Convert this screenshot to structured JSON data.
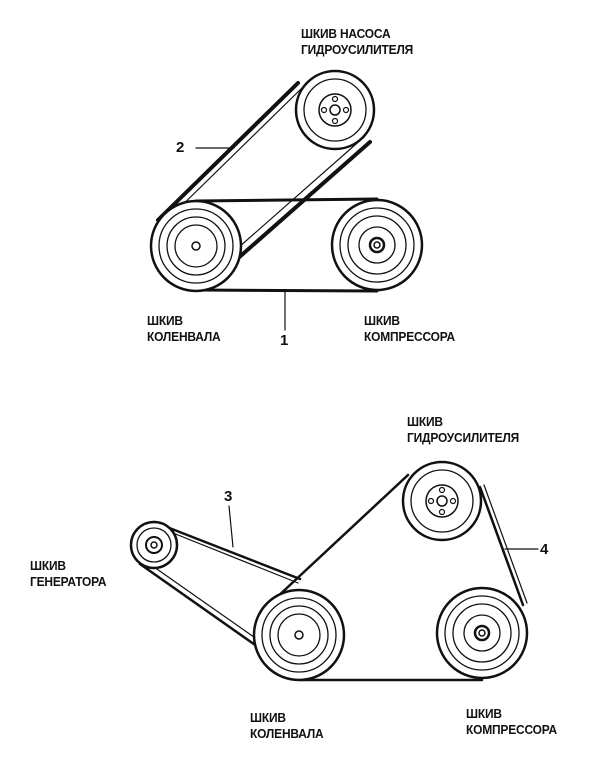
{
  "diagrams": [
    {
      "pulleys": {
        "power_steering": [
          "ШКИВ НАСОСА",
          "ГИДРОУСИЛИТЕЛЯ"
        ],
        "crankshaft": [
          "ШКИВ",
          "КОЛЕНВАЛА"
        ],
        "compressor": [
          "ШКИВ",
          "КОМПРЕССОРА"
        ]
      },
      "belts": [
        "1",
        "2"
      ]
    },
    {
      "pulleys": {
        "power_steering": [
          "ШКИВ",
          "ГИДРОУСИЛИТЕЛЯ"
        ],
        "generator": [
          "ШКИВ",
          "ГЕНЕРАТОРА"
        ],
        "crankshaft": [
          "ШКИВ",
          "КОЛЕНВАЛА"
        ],
        "compressor": [
          "ШКИВ",
          "КОМПРЕССОРА"
        ]
      },
      "belts": [
        "3",
        "4"
      ]
    }
  ],
  "colors": {
    "ink": "#111111",
    "paper": "#ffffff"
  }
}
